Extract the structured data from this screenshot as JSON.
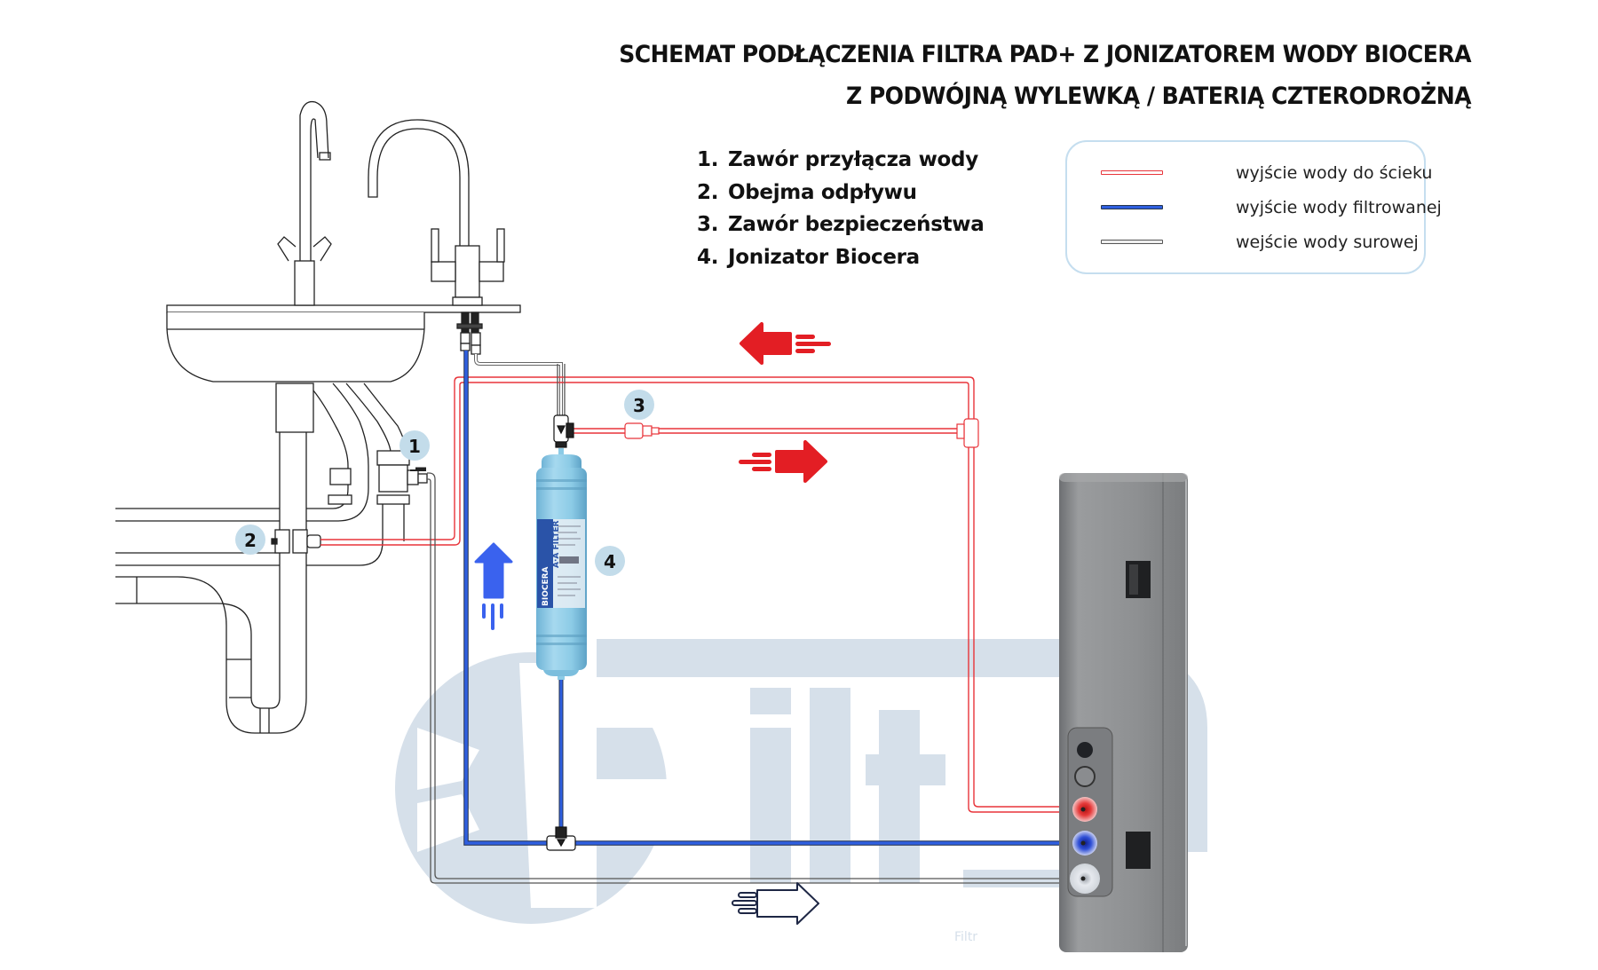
{
  "title": {
    "line1": "SCHEMAT PODŁĄCZENIA FILTRA PAD+ Z JONIZATOREM WODY BIOCERA",
    "line2": "Z PODWÓJNĄ WYLEWKĄ / BATERIĄ CZTERODROŻNĄ"
  },
  "components": [
    {
      "number": "1.",
      "label": "Zawór przyłącza wody"
    },
    {
      "number": "2.",
      "label": "Obejma odpływu"
    },
    {
      "number": "3.",
      "label": "Zawór bezpieczeństwa"
    },
    {
      "number": "4.",
      "label": "Jonizator Biocera"
    }
  ],
  "legend": [
    {
      "label": "wyjście wody do ścieku",
      "color": "#e8343a",
      "line": "drain"
    },
    {
      "label": "wyjście wody filtrowanej",
      "color": "#2f5fe0",
      "line": "filtered"
    },
    {
      "label": "wejście wody surowej",
      "color": "#777777",
      "line": "raw"
    }
  ],
  "badges": {
    "b1": "1",
    "b2": "2",
    "b3": "3",
    "b4": "4"
  },
  "filter": {
    "brand": "BIOCERA",
    "model": "A·A FILTER"
  },
  "watermark": {
    "text": "Filtr"
  },
  "colors": {
    "drain": "#e8343a",
    "filtered": "#2f5fe0",
    "raw": "#777777",
    "badge": "#c3dcea",
    "arrow_red": "#e31e24",
    "arrow_blue": "#3a62ee",
    "arrow_outline": "#1e2745",
    "watermark": "#d6e0ea",
    "device": "#8a8c8e"
  }
}
